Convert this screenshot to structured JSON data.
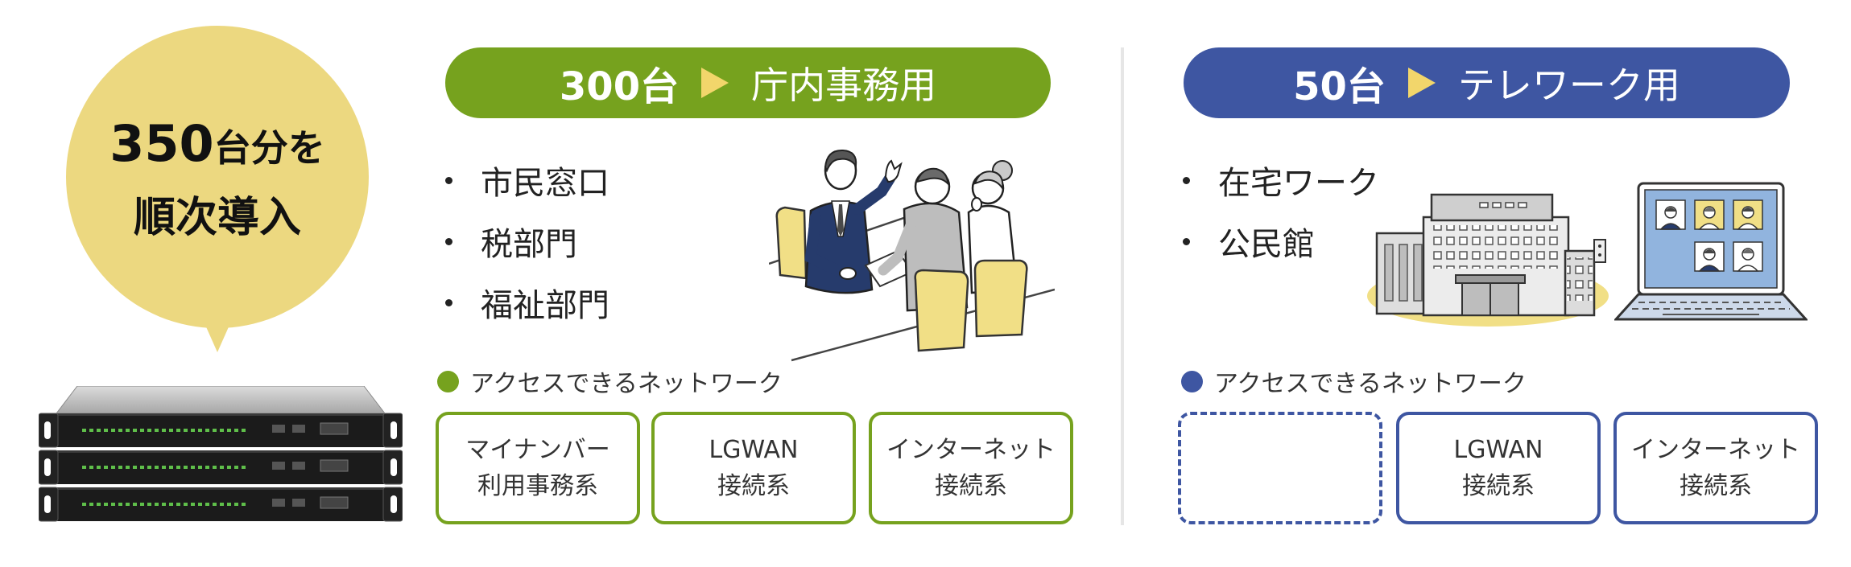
{
  "bubble": {
    "number": "350",
    "suffix": "台分を",
    "line2": "順次導入"
  },
  "left": {
    "count": "300台",
    "purpose": "庁内事務用",
    "bullets": [
      "市民窓口",
      "税部門",
      "福祉部門"
    ],
    "network_label": "アクセスできるネットワーク",
    "networks": [
      {
        "line1": "マイナンバー",
        "line2": "利用事務系"
      },
      {
        "line1": "LGWAN",
        "line2": "接続系"
      },
      {
        "line1": "インターネット",
        "line2": "接続系"
      }
    ]
  },
  "right": {
    "count": "50台",
    "purpose": "テレワーク用",
    "bullets": [
      "在宅ワーク",
      "公民館"
    ],
    "network_label": "アクセスできるネットワーク",
    "networks": [
      {
        "placeholder": true
      },
      {
        "line1": "LGWAN",
        "line2": "接続系"
      },
      {
        "line1": "インターネット",
        "line2": "接続系"
      }
    ]
  },
  "colors": {
    "green": "#76a21e",
    "blue": "#3e56a2",
    "yellow": "#ecd880",
    "arrow": "#f2d66b"
  },
  "icons": {
    "pill_arrow": "play-arrow-icon",
    "list_bullet": "bullet-dot-icon",
    "network_marker": "circle-dot-icon",
    "illustrations": [
      "rack-server-illustration",
      "office-meeting-illustration",
      "public-building-illustration",
      "video-call-laptop-illustration"
    ]
  }
}
